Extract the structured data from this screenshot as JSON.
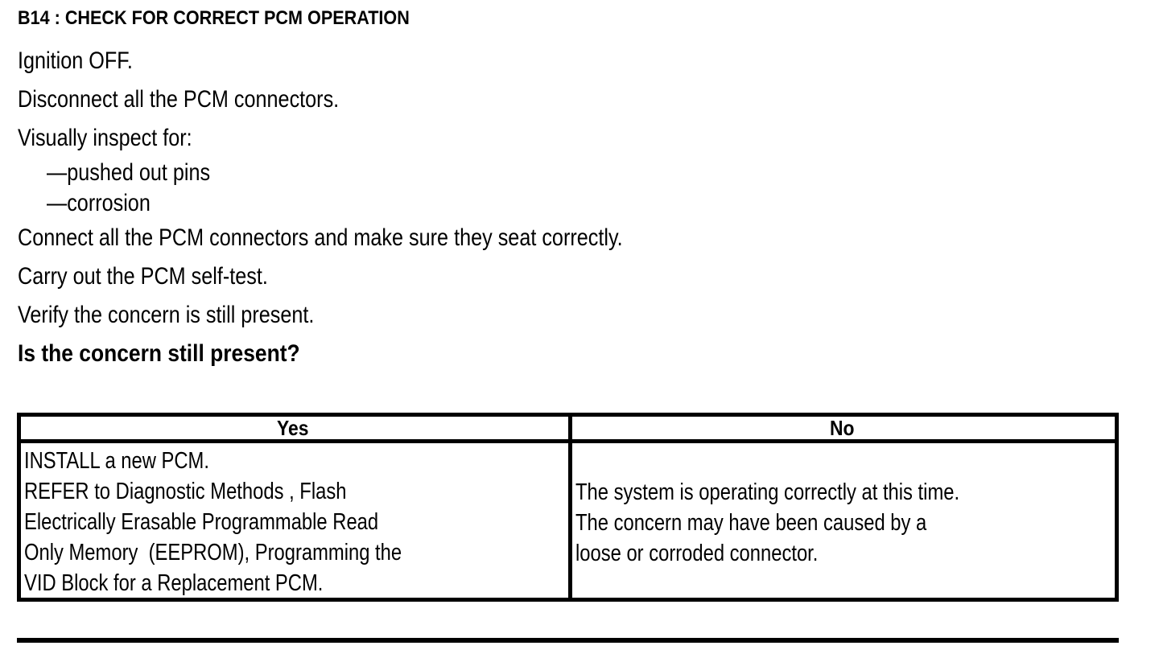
{
  "document": {
    "step_title": "B14 : CHECK FOR CORRECT PCM OPERATION",
    "instructions": [
      {
        "text": "Ignition OFF.",
        "style": "normal"
      },
      {
        "text": "Disconnect all the PCM connectors.",
        "style": "normal"
      },
      {
        "text": "Visually inspect for:",
        "style": "normal"
      },
      {
        "text": "—pushed out pins",
        "style": "sub"
      },
      {
        "text": "—corrosion",
        "style": "sub"
      },
      {
        "text": "Connect all the PCM connectors and make sure they seat correctly.",
        "style": "normal"
      },
      {
        "text": "Carry out the PCM self-test.",
        "style": "normal"
      },
      {
        "text": "Verify the concern is still present.",
        "style": "normal"
      },
      {
        "text": "Is the concern still present?",
        "style": "bold"
      }
    ],
    "decision_table": {
      "headers": [
        "Yes",
        "No"
      ],
      "yes_lines": [
        "INSTALL a new PCM.",
        "REFER to Diagnostic Methods , Flash",
        "Electrically Erasable Programmable Read",
        "Only Memory  (EEPROM), Programming the",
        "VID Block for a Replacement PCM."
      ],
      "no_lines": [
        "The system is operating correctly at this time.",
        "The concern may have been caused by a",
        "loose or corroded connector."
      ]
    },
    "colors": {
      "ink": "#000000",
      "page": "#ffffff"
    }
  }
}
